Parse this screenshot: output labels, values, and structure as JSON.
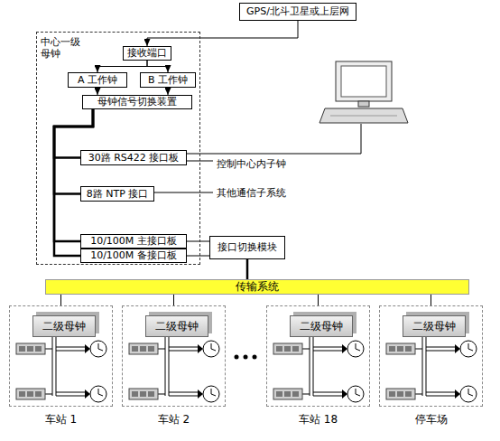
{
  "diagram": {
    "nodes": [
      {
        "text": [
          "GPS/北斗卫星或上层网"
        ]
      },
      {
        "text": [
          "中心一级 母钟"
        ]
      },
      {
        "text": [
          "接收端口"
        ],
        "in": 1
      },
      {
        "text": [
          "A 工作钟"
        ],
        "in": 1
      },
      {
        "text": [
          "B 工作钟"
        ],
        "in": 1
      },
      {
        "text": [
          "母钟信号切换装置"
        ],
        "in": 1
      },
      {
        "text": [
          "30路 RS422 接口板"
        ],
        "in": 1
      },
      {
        "text": [
          "8路 NTP 接口"
        ],
        "in": 1
      },
      {
        "text": [
          "10/100M 主接口板"
        ],
        "in": 1
      },
      {
        "text": [
          "10/100M 备接口板"
        ],
        "in": 1
      },
      {
        "text": [
          "接口切换模块"
        ]
      },
      {
        "text": [
          "传输系统"
        ]
      },
      {
        "text": [
          "车站 1"
        ]
      },
      {
        "text": [
          "二级母钟"
        ],
        "in": 12
      },
      {
        "text": [
          "车站 2"
        ]
      },
      {
        "text": [
          "二级母钟"
        ],
        "in": 14
      },
      {
        "text": [
          "车站 18"
        ]
      },
      {
        "text": [
          "二级母钟"
        ],
        "in": 16
      },
      {
        "text": [
          "停车场"
        ]
      },
      {
        "text": [
          "二级母钟"
        ],
        "in": 18
      }
    ],
    "edges": [
      {
        "from": 0,
        "to": 2,
        "arrow": "to"
      },
      {
        "from": 2,
        "to": 3,
        "arrow": "to"
      },
      {
        "from": 2,
        "to": 4,
        "arrow": "to"
      },
      {
        "from": 3,
        "to": 5,
        "arrow": "to"
      },
      {
        "from": 4,
        "to": 5,
        "arrow": "to"
      },
      {
        "from": 5,
        "to": 6,
        "arrow": "none"
      },
      {
        "from": 5,
        "to": 7,
        "arrow": "none"
      },
      {
        "from": 5,
        "to": 8,
        "arrow": "none"
      },
      {
        "from": 5,
        "to": 9,
        "arrow": "none"
      },
      {
        "from": 8,
        "to": 10,
        "arrow": "none"
      },
      {
        "from": 9,
        "to": 10,
        "arrow": "none"
      },
      {
        "from": 10,
        "to": 11,
        "arrow": "none"
      },
      {
        "from": 11,
        "to": 12,
        "arrow": "none"
      },
      {
        "from": 11,
        "to": 14,
        "arrow": "none"
      },
      {
        "from": 11,
        "to": 16,
        "arrow": "none"
      },
      {
        "from": 11,
        "to": 18,
        "arrow": "none"
      }
    ],
    "labels": [
      "控制中心内子钟",
      "其他通信子系统"
    ]
  }
}
